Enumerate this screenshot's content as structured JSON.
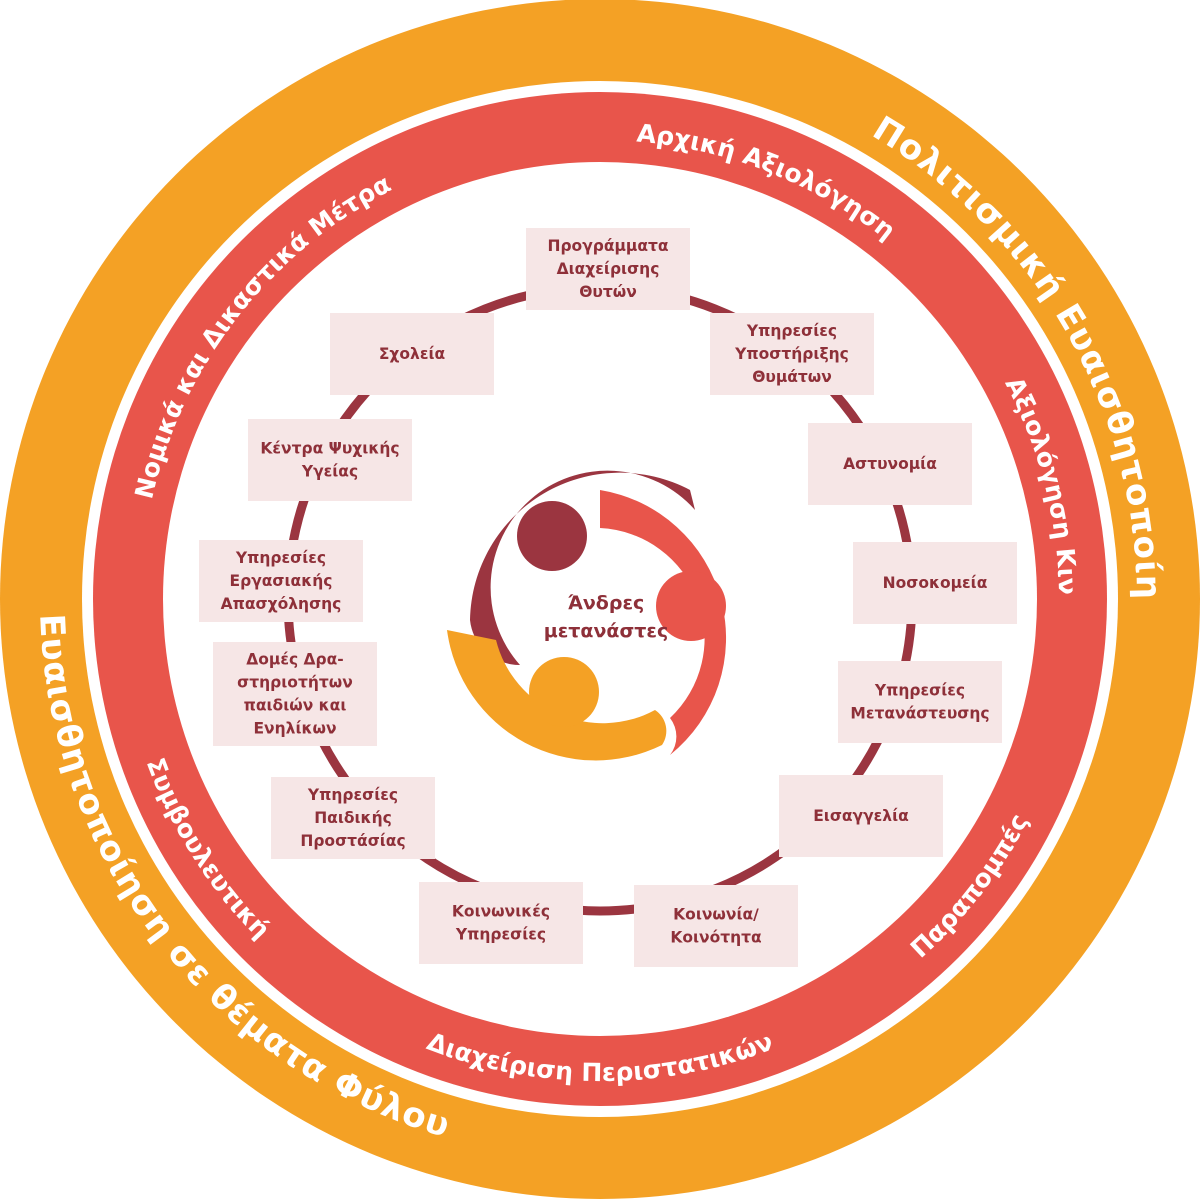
{
  "colors": {
    "outer_ring": "#f4a125",
    "middle_ring": "#e8554b",
    "inner_circle_line": "#9b3540",
    "node_fill": "#f6e6e6",
    "node_text": "#8e3039",
    "figure_dark": "#9b3540",
    "figure_red": "#e8554b",
    "figure_orange": "#f4a125"
  },
  "outer_ring_labels": {
    "right": "Πολιτισμική Ευαισθητοποίηση",
    "left": "Ευαισθητοποίηση σε θέματα Φύλου"
  },
  "middle_ring_labels": {
    "top": "Αρχική Αξιολόγηση",
    "right": "Αξιολόγηση Κινδύνου",
    "lower_right": "Παραπομπές",
    "bottom": "Διαχείριση Περιστατικών",
    "lower_left": "Συμβουλευτική",
    "left": "Νομικά και Δικαστικά Μέτρα"
  },
  "center": {
    "line1": "Άνδρες",
    "line2": "μετανάστες"
  },
  "nodes": [
    {
      "id": "victim-programs",
      "lines": [
        "Προγράμματα",
        "Διαχείρισης",
        "Θυτών"
      ]
    },
    {
      "id": "victim-support",
      "lines": [
        "Υπηρεσίες",
        "Υποστήριξης",
        "Θυμάτων"
      ]
    },
    {
      "id": "police",
      "lines": [
        "Αστυνομία"
      ]
    },
    {
      "id": "hospitals",
      "lines": [
        "Νοσοκομεία"
      ]
    },
    {
      "id": "migration",
      "lines": [
        "Υπηρεσίες",
        "Μετανάστευσης"
      ]
    },
    {
      "id": "prosecutor",
      "lines": [
        "Εισαγγελία"
      ]
    },
    {
      "id": "community",
      "lines": [
        "Κοινωνία/",
        "Κοινότητα"
      ]
    },
    {
      "id": "social-services",
      "lines": [
        "Κοινωνικές",
        "Υπηρεσίες"
      ]
    },
    {
      "id": "child-protection",
      "lines": [
        "Υπηρεσίες",
        "Παιδικής",
        "Προστάσίας"
      ]
    },
    {
      "id": "activity-structures",
      "lines": [
        "Δομές Δρα-",
        "στηριοτήτων",
        "παιδιών και",
        "Ενηλίκων"
      ]
    },
    {
      "id": "employment",
      "lines": [
        "Υπηρεσίες",
        "Εργασιακής",
        "Απασχόλησης"
      ]
    },
    {
      "id": "mental-health",
      "lines": [
        "Κέντρα Ψυχικής",
        "Υγείας"
      ]
    },
    {
      "id": "schools",
      "lines": [
        "Σχολεία"
      ]
    }
  ]
}
